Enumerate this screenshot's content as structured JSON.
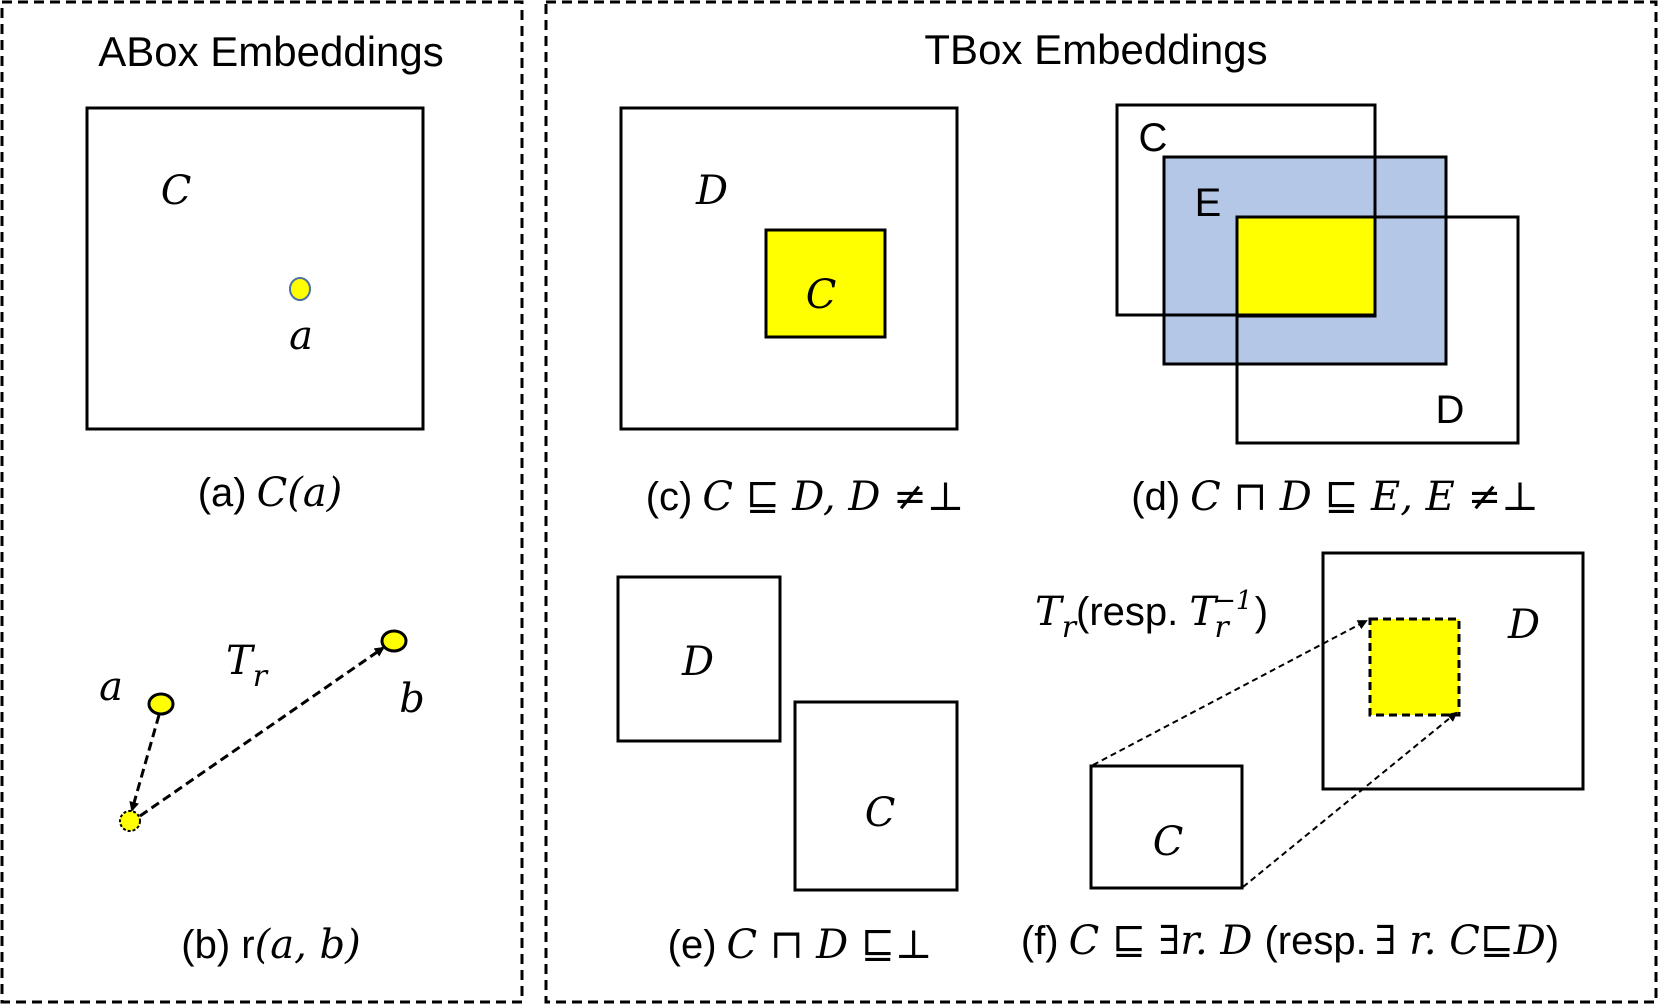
{
  "abox": {
    "title": "ABox Embeddings",
    "a_concept_label": "C",
    "a_individual_label": "a",
    "a_caption_prefix": "(a)",
    "a_caption_formula": "C(a)",
    "b_label_a": "a",
    "b_label_b": "b",
    "b_label_Tr": "T",
    "b_label_Tr_sub": "r",
    "b_caption_prefix": "(b) r",
    "b_caption_formula": "(a, b)"
  },
  "tbox": {
    "title": "TBox Embeddings",
    "c_outer_label": "D",
    "c_inner_label": "C",
    "c_caption_prefix": "(c)",
    "c_caption_formula": "C ⊑ D, D ≠⊥",
    "d_label_C": "C",
    "d_label_E": "E",
    "d_label_D": "D",
    "d_caption_prefix": "(d)",
    "d_caption_formula": "C ⊓ D ⊑ E, E ≠⊥",
    "e_label_D": "D",
    "e_label_C": "C",
    "e_caption_prefix": "(e)",
    "e_caption_formula": "C ⊓ D ⊑⊥",
    "f_tr_T": "T",
    "f_tr_sub": "r",
    "f_resp": "(resp. ",
    "f_tr_inv_T": "T",
    "f_tr_inv_sub": "r",
    "f_tr_inv_sup": "−1",
    "f_close": ")",
    "f_label_D": "D",
    "f_label_C": "C",
    "f_caption_prefix": "(f)",
    "f_caption_formula1": "C ⊑ ∃r. D",
    "f_caption_resp": "(resp.",
    "f_caption_formula2": "∃ r. C⊑D",
    "f_caption_close": ")"
  },
  "colors": {
    "yellow": "#ffff00",
    "blue": "#b4c7e7",
    "black": "#000000"
  }
}
